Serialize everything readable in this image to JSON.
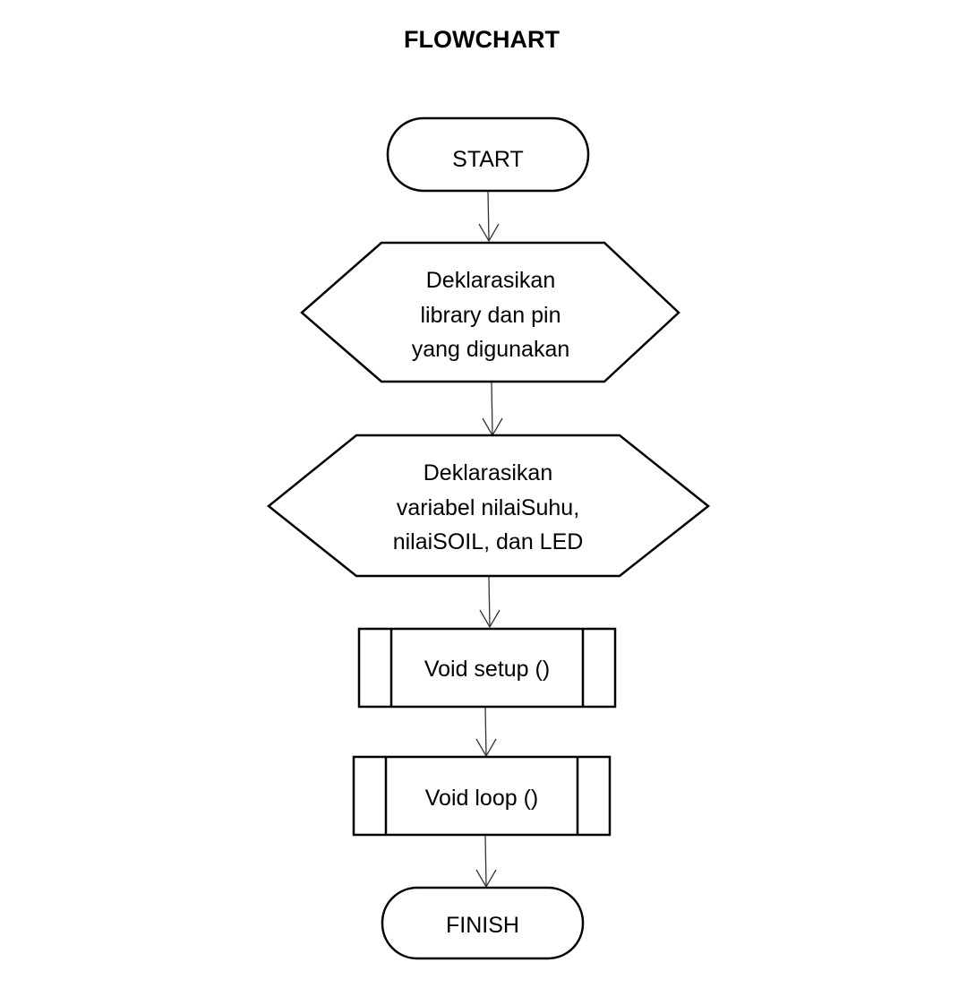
{
  "title": "FLOWCHART",
  "nodes": {
    "start": {
      "shape": "terminator",
      "lines": [
        "START"
      ]
    },
    "declare_library": {
      "shape": "preparation",
      "lines": [
        "Deklarasikan",
        "library dan pin",
        "yang digunakan"
      ]
    },
    "declare_variables": {
      "shape": "preparation",
      "lines": [
        "Deklarasikan",
        "variabel nilaiSuhu,",
        "nilaiSOIL, dan LED"
      ]
    },
    "setup": {
      "shape": "predefined-process",
      "lines": [
        "Void setup ()"
      ]
    },
    "loop": {
      "shape": "predefined-process",
      "lines": [
        "Void loop ()"
      ]
    },
    "finish": {
      "shape": "terminator",
      "lines": [
        "FINISH"
      ]
    }
  },
  "edges": [
    {
      "from": "start",
      "to": "declare_library"
    },
    {
      "from": "declare_library",
      "to": "declare_variables"
    },
    {
      "from": "declare_variables",
      "to": "setup"
    },
    {
      "from": "setup",
      "to": "loop"
    },
    {
      "from": "loop",
      "to": "finish"
    }
  ],
  "colors": {
    "stroke": "#000000",
    "connector": "#333333",
    "background": "#ffffff"
  }
}
